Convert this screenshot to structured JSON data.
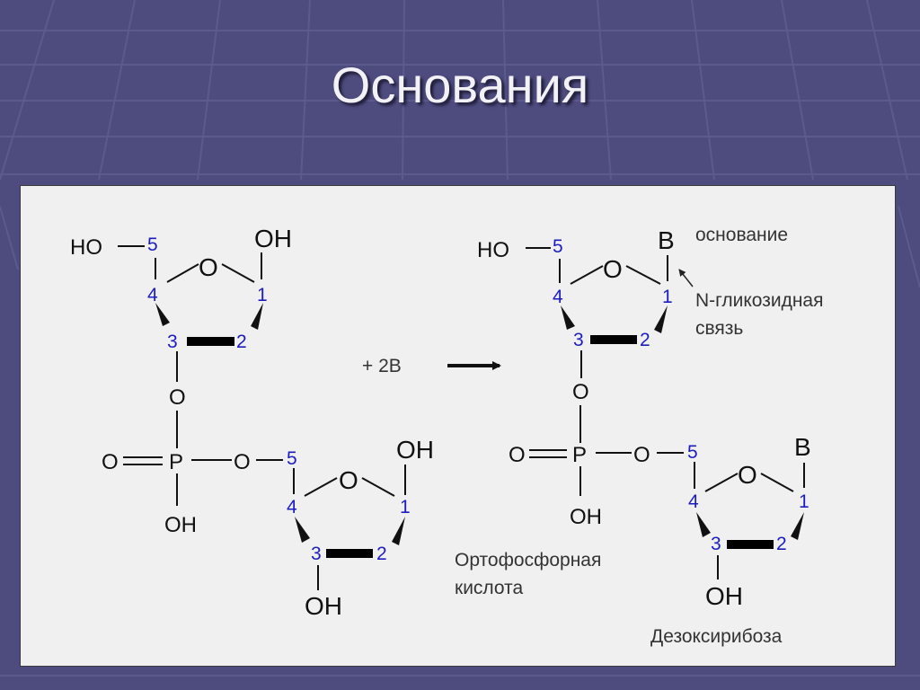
{
  "slide": {
    "title": "Основания"
  },
  "reaction": {
    "reagent": "+ 2B",
    "left": {
      "top_sugar": {
        "c5_group": "HO",
        "c1_group": "OH",
        "ring_oxygen": "O",
        "c1": "1",
        "c2": "2",
        "c3": "3",
        "c4": "4",
        "c5": "5"
      },
      "phosphate": {
        "ester_o_top": "O",
        "double_o": "O",
        "phosphorus": "P",
        "ester_o_right": "O",
        "hydroxyl": "OH"
      },
      "bottom_sugar": {
        "ring_oxygen": "O",
        "c1_group": "OH",
        "c3_group": "OH",
        "c1": "1",
        "c2": "2",
        "c3": "3",
        "c4": "4",
        "c5": "5"
      }
    },
    "right": {
      "top_sugar": {
        "c5_group": "HO",
        "c1_group": "B",
        "ring_oxygen": "O",
        "c1": "1",
        "c2": "2",
        "c3": "3",
        "c4": "4",
        "c5": "5"
      },
      "phosphate": {
        "ester_o_top": "O",
        "double_o": "O",
        "phosphorus": "P",
        "ester_o_right": "O",
        "hydroxyl": "OH"
      },
      "bottom_sugar": {
        "ring_oxygen": "O",
        "c1_group": "B",
        "c3_group": "OH",
        "c1": "1",
        "c2": "2",
        "c3": "3",
        "c4": "4",
        "c5": "5"
      }
    },
    "labels": {
      "base": "основание",
      "glycosidic_line1": "N-гликозидная",
      "glycosidic_line2": "связь",
      "acid_line1": "Ортофосфорная",
      "acid_line2": "кислота",
      "sugar": "Дезоксирибоза"
    }
  }
}
